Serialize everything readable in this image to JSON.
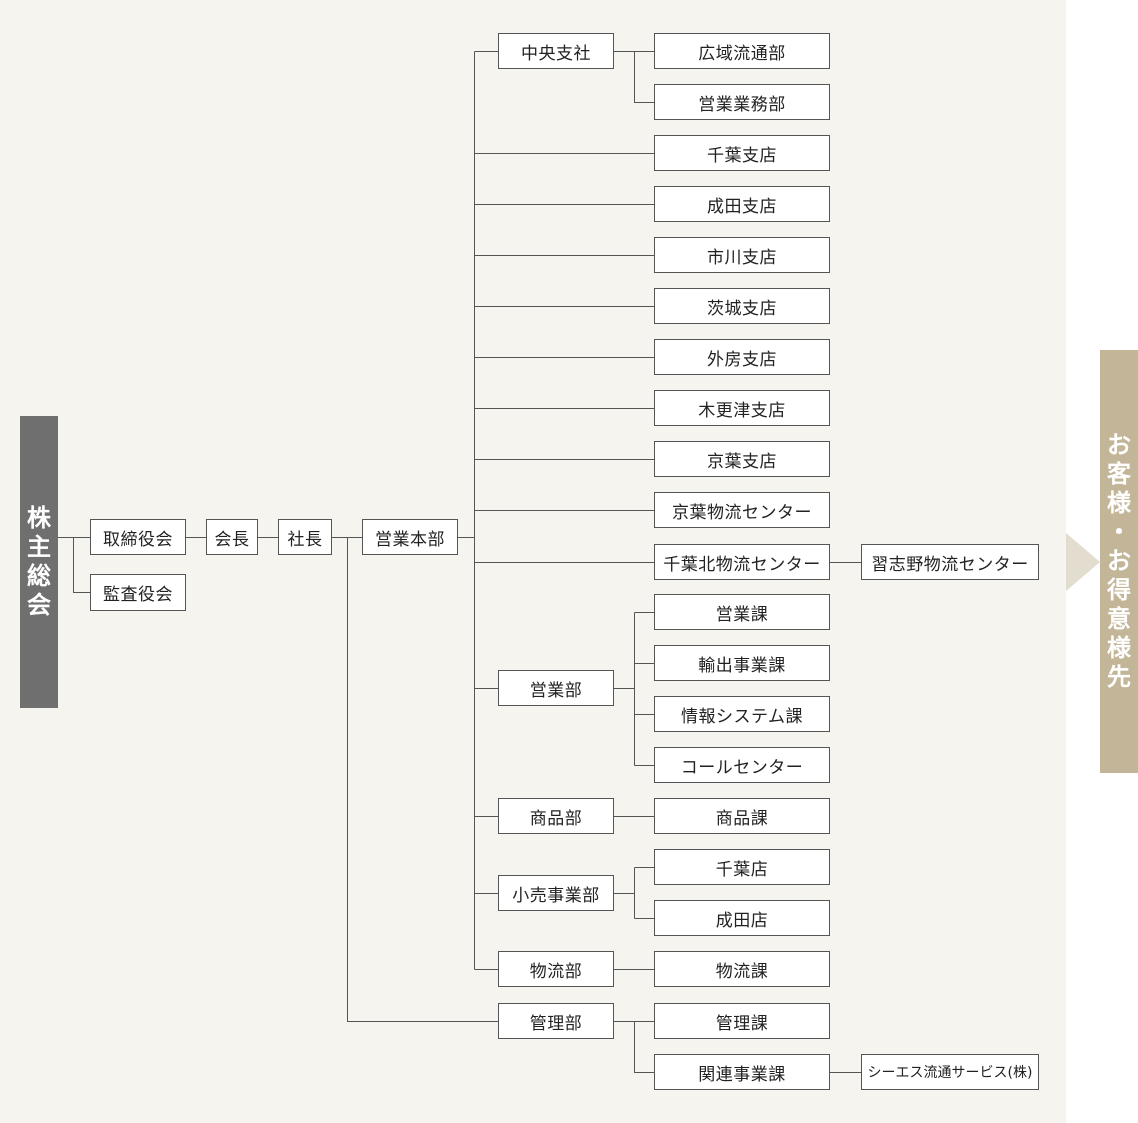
{
  "left_banner": {
    "chars": [
      "株",
      "主",
      "総",
      "会"
    ]
  },
  "right_banner": {
    "chars": [
      "お",
      "客",
      "様",
      "・",
      "お",
      "得",
      "意",
      "様",
      "先"
    ]
  },
  "colors": {
    "background": "#f5f4ef",
    "left_banner": "#6f6f6f",
    "right_banner": "#c3b597",
    "arrow": "#e3ddcf",
    "line": "#555555"
  },
  "nodes": {
    "torishimariyakukai": "取締役会",
    "kansayakukai": "監査役会",
    "kaicho": "会長",
    "shacho": "社長",
    "eigyo_honbu": "営業本部",
    "chuo_shisha": "中央支社",
    "koiki_ryutsubu": "広域流通部",
    "eigyo_gyomubu": "営業業務部",
    "chiba_shiten": "千葉支店",
    "narita_shiten": "成田支店",
    "ichikawa_shiten": "市川支店",
    "ibaraki_shiten": "茨城支店",
    "sotobo_shiten": "外房支店",
    "kisarazu_shiten": "木更津支店",
    "keiyo_shiten": "京葉支店",
    "keiyo_center": "京葉物流センター",
    "chiba_kita_center": "千葉北物流センター",
    "narashino_center": "習志野物流センター",
    "eigyobu": "営業部",
    "eigyoka": "営業課",
    "yushutsu_jigyoka": "輸出事業課",
    "joho_system_ka": "情報システム課",
    "call_center": "コールセンター",
    "shohinbu": "商品部",
    "shohinka": "商品課",
    "kouri_jigyobu": "小売事業部",
    "chiba_ten": "千葉店",
    "narita_ten": "成田店",
    "butsuryubu": "物流部",
    "butsuryuka": "物流課",
    "kanribu": "管理部",
    "kanrika": "管理課",
    "kanren_jigyoka": "関連事業課",
    "sea_service": "シーエス流通サービス(株)"
  }
}
